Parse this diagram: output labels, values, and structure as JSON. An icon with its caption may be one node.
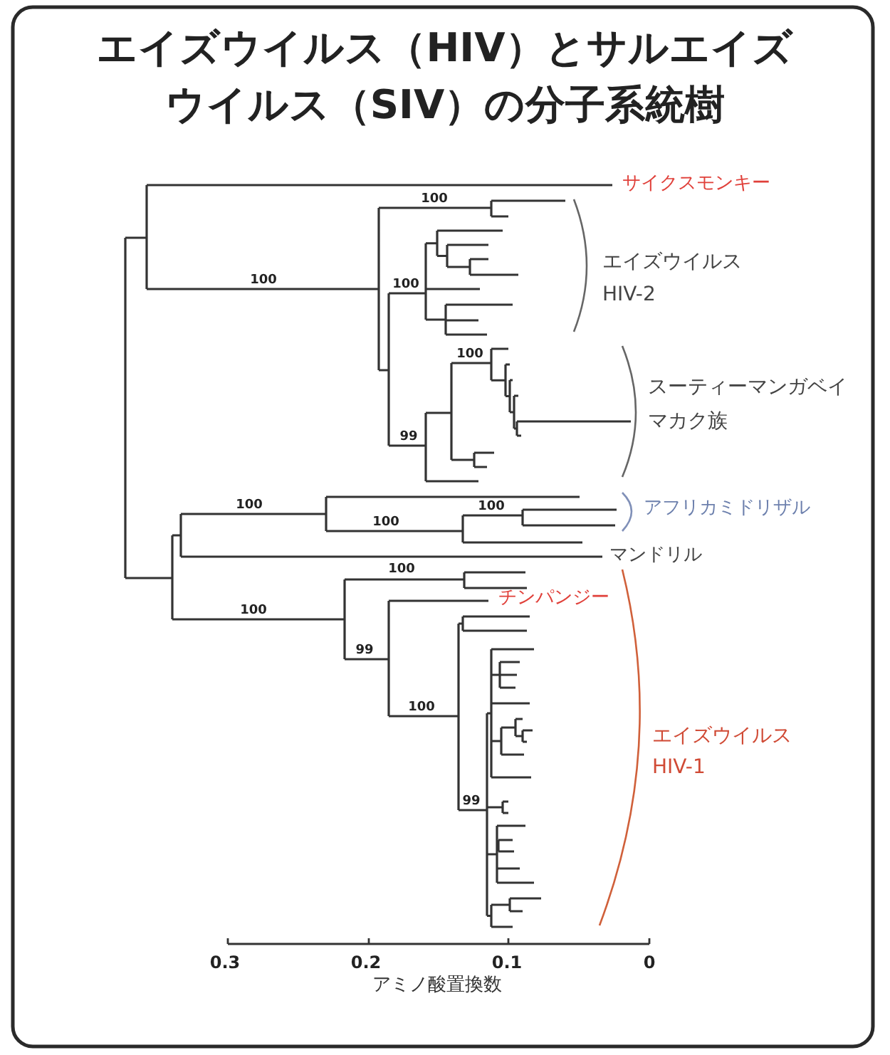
{
  "diagram": {
    "title": "エイズウイルス（HIV）とサルエイズウイルス（SIV）の分子系統樹",
    "labels": [
      "サイクスモンキー",
      "100",
      "エイズウイルス",
      "100",
      "100",
      "HIV-2",
      "100",
      "スーティーマンガベイ",
      "マカク族",
      "99",
      "100",
      "100",
      "アフリカミドリザル",
      "100",
      "マンドリル",
      "100",
      "チンパンジー",
      "100",
      "99",
      "100",
      "エイズウイルス",
      "HIV-1",
      "99",
      "0.3",
      "0.2",
      "0.1",
      "0",
      "アミノ酸置換数"
    ]
  }
}
